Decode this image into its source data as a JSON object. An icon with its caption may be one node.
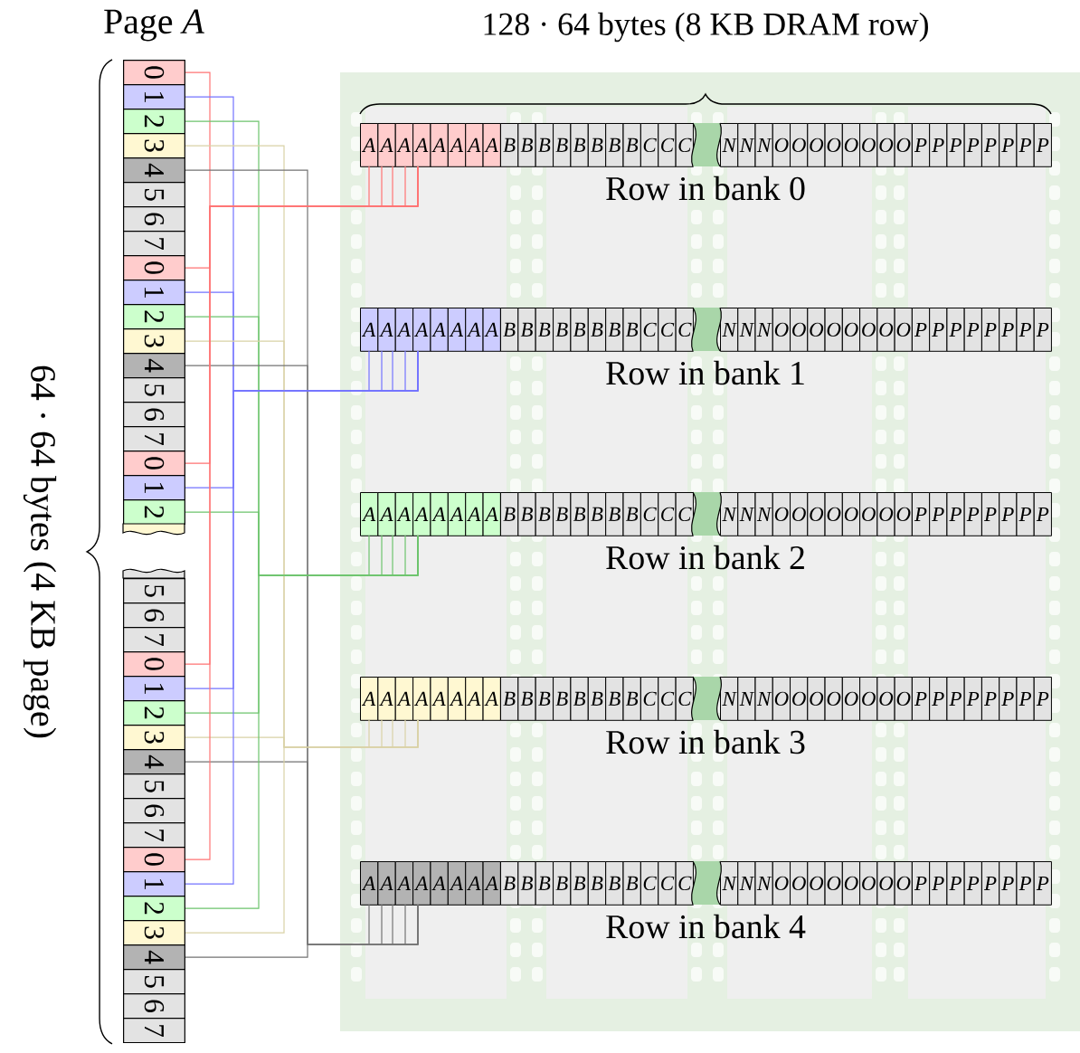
{
  "diagram": {
    "nodes": [
      {
        "text": [
          "0"
        ]
      },
      {
        "text": [
          "1"
        ]
      },
      {
        "text": [
          "2"
        ]
      },
      {
        "text": [
          "3"
        ]
      },
      {
        "text": [
          "4"
        ]
      },
      {
        "text": [
          "5"
        ]
      },
      {
        "text": [
          "6"
        ]
      },
      {
        "text": [
          "7"
        ]
      },
      {
        "text": [
          "0"
        ]
      },
      {
        "text": [
          "1"
        ]
      },
      {
        "text": [
          "2"
        ]
      },
      {
        "text": [
          "3"
        ]
      },
      {
        "text": [
          "4"
        ]
      },
      {
        "text": [
          "5"
        ]
      },
      {
        "text": [
          "6"
        ]
      },
      {
        "text": [
          "7"
        ]
      },
      {
        "text": [
          "0"
        ]
      },
      {
        "text": [
          "1"
        ]
      },
      {
        "text": [
          "2"
        ]
      },
      {
        "text": [],
        "shape": "box"
      },
      {
        "text": [
          "5"
        ]
      },
      {
        "text": [
          "6"
        ]
      },
      {
        "text": [
          "7"
        ]
      },
      {
        "text": [
          "0"
        ]
      },
      {
        "text": [
          "1"
        ]
      },
      {
        "text": [
          "2"
        ]
      },
      {
        "text": [
          "3"
        ]
      },
      {
        "text": [
          "4"
        ]
      },
      {
        "text": [
          "5"
        ]
      },
      {
        "text": [
          "6"
        ]
      },
      {
        "text": [
          "7"
        ]
      },
      {
        "text": [
          "0"
        ]
      },
      {
        "text": [
          "1"
        ]
      },
      {
        "text": [
          "2"
        ]
      },
      {
        "text": [
          "3"
        ]
      },
      {
        "text": [
          "4"
        ]
      },
      {
        "text": [
          "5"
        ]
      },
      {
        "text": [
          "6"
        ]
      },
      {
        "text": [
          "7"
        ]
      },
      {
        "text": [
          "A",
          "A",
          "A",
          "A",
          "A",
          "A",
          "A",
          "A",
          "B",
          "B",
          "B",
          "B",
          "B",
          "B",
          "B",
          "B",
          "C",
          "C",
          "C",
          "N",
          "N",
          "N",
          "O",
          "O",
          "O",
          "O",
          "O",
          "O",
          "O",
          "O",
          "P",
          "P",
          "P",
          "P",
          "P",
          "P",
          "P",
          "P"
        ],
        "beside": [
          "Row in bank 0"
        ]
      },
      {
        "text": [
          "A",
          "A",
          "A",
          "A",
          "A",
          "A",
          "A",
          "A",
          "B",
          "B",
          "B",
          "B",
          "B",
          "B",
          "B",
          "B",
          "C",
          "C",
          "C",
          "N",
          "N",
          "N",
          "O",
          "O",
          "O",
          "O",
          "O",
          "O",
          "O",
          "O",
          "P",
          "P",
          "P",
          "P",
          "P",
          "P",
          "P",
          "P"
        ],
        "beside": [
          "Row in bank 1"
        ]
      },
      {
        "text": [
          "A",
          "A",
          "A",
          "A",
          "A",
          "A",
          "A",
          "A",
          "B",
          "B",
          "B",
          "B",
          "B",
          "B",
          "B",
          "B",
          "C",
          "C",
          "C",
          "N",
          "N",
          "N",
          "O",
          "O",
          "O",
          "O",
          "O",
          "O",
          "O",
          "O",
          "P",
          "P",
          "P",
          "P",
          "P",
          "P",
          "P",
          "P"
        ],
        "beside": [
          "Row in bank 2"
        ]
      },
      {
        "text": [
          "A",
          "A",
          "A",
          "A",
          "A",
          "A",
          "A",
          "A",
          "B",
          "B",
          "B",
          "B",
          "B",
          "B",
          "B",
          "B",
          "C",
          "C",
          "C",
          "N",
          "N",
          "N",
          "O",
          "O",
          "O",
          "O",
          "O",
          "O",
          "O",
          "O",
          "P",
          "P",
          "P",
          "P",
          "P",
          "P",
          "P",
          "P"
        ],
        "beside": [
          "Row in bank 3"
        ]
      },
      {
        "text": [
          "A",
          "A",
          "A",
          "A",
          "A",
          "A",
          "A",
          "A",
          "B",
          "B",
          "B",
          "B",
          "B",
          "B",
          "B",
          "B",
          "C",
          "C",
          "C",
          "N",
          "N",
          "N",
          "O",
          "O",
          "O",
          "O",
          "O",
          "O",
          "O",
          "O",
          "P",
          "P",
          "P",
          "P",
          "P",
          "P",
          "P",
          "P"
        ],
        "beside": [
          "Row in bank 4"
        ]
      }
    ],
    "edges": [
      {
        "from": 0,
        "to": 39,
        "arrow": "none",
        "color": "#ff7373"
      },
      {
        "from": 1,
        "to": 40,
        "arrow": "none",
        "color": "#7373ff"
      },
      {
        "from": 2,
        "to": 41,
        "arrow": "none",
        "color": "#6cc46c"
      },
      {
        "from": 3,
        "to": 42,
        "arrow": "none",
        "color": "#d9d2a6"
      },
      {
        "from": 4,
        "to": 43,
        "arrow": "none",
        "color": "#737373"
      },
      {
        "from": 8,
        "to": 39,
        "arrow": "none",
        "color": "#ff7373"
      },
      {
        "from": 9,
        "to": 40,
        "arrow": "none",
        "color": "#7373ff"
      },
      {
        "from": 10,
        "to": 41,
        "arrow": "none",
        "color": "#6cc46c"
      },
      {
        "from": 11,
        "to": 42,
        "arrow": "none",
        "color": "#d9d2a6"
      },
      {
        "from": 12,
        "to": 43,
        "arrow": "none",
        "color": "#737373"
      },
      {
        "from": 16,
        "to": 39,
        "arrow": "none",
        "color": "#ff7373"
      },
      {
        "from": 17,
        "to": 40,
        "arrow": "none",
        "color": "#7373ff"
      },
      {
        "from": 18,
        "to": 41,
        "arrow": "none",
        "color": "#6cc46c"
      },
      {
        "from": 23,
        "to": 39,
        "arrow": "none",
        "color": "#ff7373"
      },
      {
        "from": 24,
        "to": 40,
        "arrow": "none",
        "color": "#7373ff"
      },
      {
        "from": 25,
        "to": 41,
        "arrow": "none",
        "color": "#6cc46c"
      },
      {
        "from": 26,
        "to": 42,
        "arrow": "none",
        "color": "#d9d2a6"
      },
      {
        "from": 27,
        "to": 43,
        "arrow": "none",
        "color": "#737373"
      },
      {
        "from": 31,
        "to": 39,
        "arrow": "none",
        "color": "#ff7373"
      },
      {
        "from": 32,
        "to": 40,
        "arrow": "none",
        "color": "#7373ff"
      },
      {
        "from": 33,
        "to": 41,
        "arrow": "none",
        "color": "#6cc46c"
      },
      {
        "from": 34,
        "to": 42,
        "arrow": "none",
        "color": "#d9d2a6"
      },
      {
        "from": 35,
        "to": 43,
        "arrow": "none",
        "color": "#737373"
      }
    ],
    "labels": [
      "Page *A*",
      "128 · 64 bytes (8 KB DRAM row)",
      "64 · 64 bytes (4 KB page)"
    ]
  }
}
